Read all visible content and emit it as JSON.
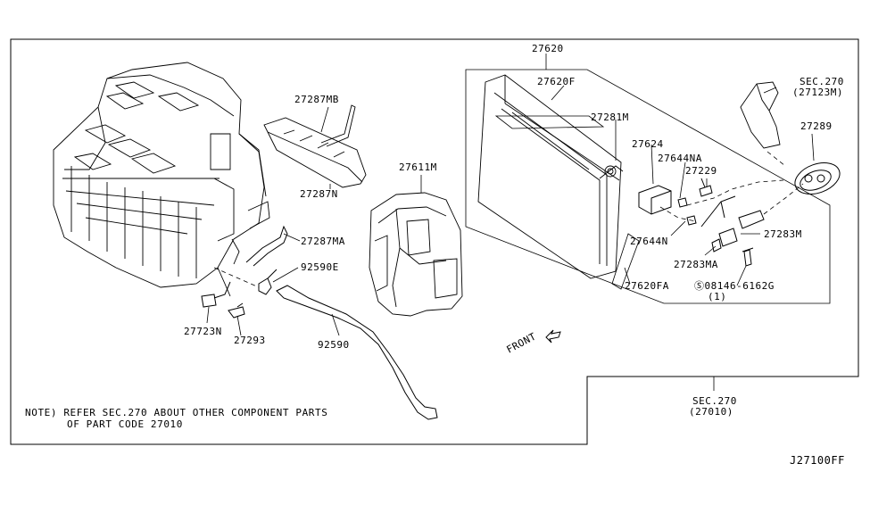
{
  "diagram_code": "J27100FF",
  "note_lines": [
    "NOTE) REFER SEC.270 ABOUT OTHER COMPONENT PARTS",
    "OF PART CODE 27010"
  ],
  "front_label": "FRONT",
  "parts": {
    "p27620": "27620",
    "p27620F": "27620F",
    "p27281M": "27281M",
    "p27624": "27624",
    "p27644NA": "27644NA",
    "p27229": "27229",
    "p27644N": "27644N",
    "p27283M": "27283M",
    "p27283MA": "27283MA",
    "p27620FA": "27620FA",
    "p08146": "08146-6162G",
    "p08146_qty": "(1)",
    "p27289": "27289",
    "sec270_top": "SEC.270",
    "sec270_top_ref": "(27123M)",
    "sec270_bottom": "SEC.270",
    "sec270_bottom_ref": "(27010)",
    "p27287MB": "27287MB",
    "p27287N": "27287N",
    "p27611M": "27611M",
    "p27287MA": "27287MA",
    "p92590E": "92590E",
    "p27723N": "27723N",
    "p27293": "27293",
    "p92590": "92590"
  }
}
